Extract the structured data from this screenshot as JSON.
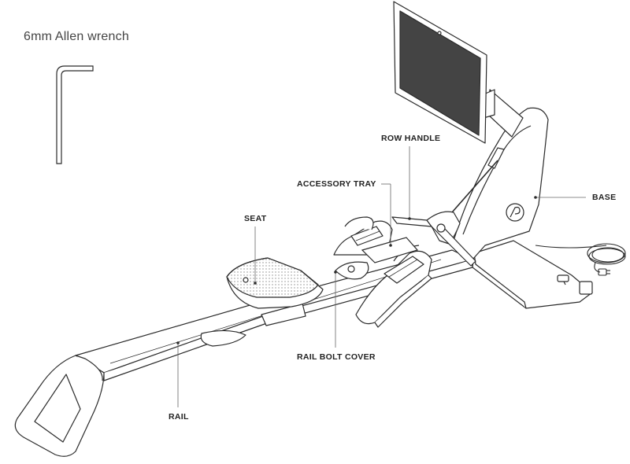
{
  "tool": {
    "label": "6mm Allen wrench"
  },
  "callouts": {
    "row_handle": "ROW HANDLE",
    "accessory_tray": "ACCESSORY TRAY",
    "base": "BASE",
    "seat": "SEAT",
    "rail_bolt_cover": "RAIL BOLT COVER",
    "rail": "RAIL"
  },
  "colors": {
    "stroke": "#2b2b2b",
    "screen": "#444444",
    "leader": "#666666",
    "seat_texture": "#9a9a9a"
  }
}
